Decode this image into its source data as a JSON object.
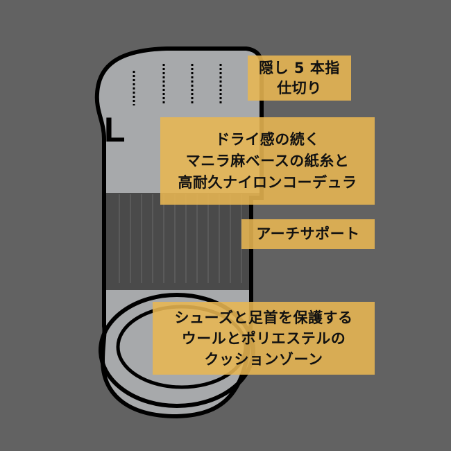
{
  "size_mark": "L",
  "labels": {
    "toe": [
      "隠し 5 本指",
      "仕切り"
    ],
    "material": [
      "ドライ感の続く",
      "マニラ麻ベースの紙糸と",
      "高耐久ナイロンコーデュラ"
    ],
    "arch": [
      "アーチサポート"
    ],
    "heel": [
      "シューズと足首を保護する",
      "ウールとポリエステルの",
      "クッションゾーン"
    ]
  },
  "colors": {
    "background": "#626262",
    "sock_light": "#a7a9ab",
    "sock_dark": "#4a4a4a",
    "label_bg": "#e8b652"
  }
}
